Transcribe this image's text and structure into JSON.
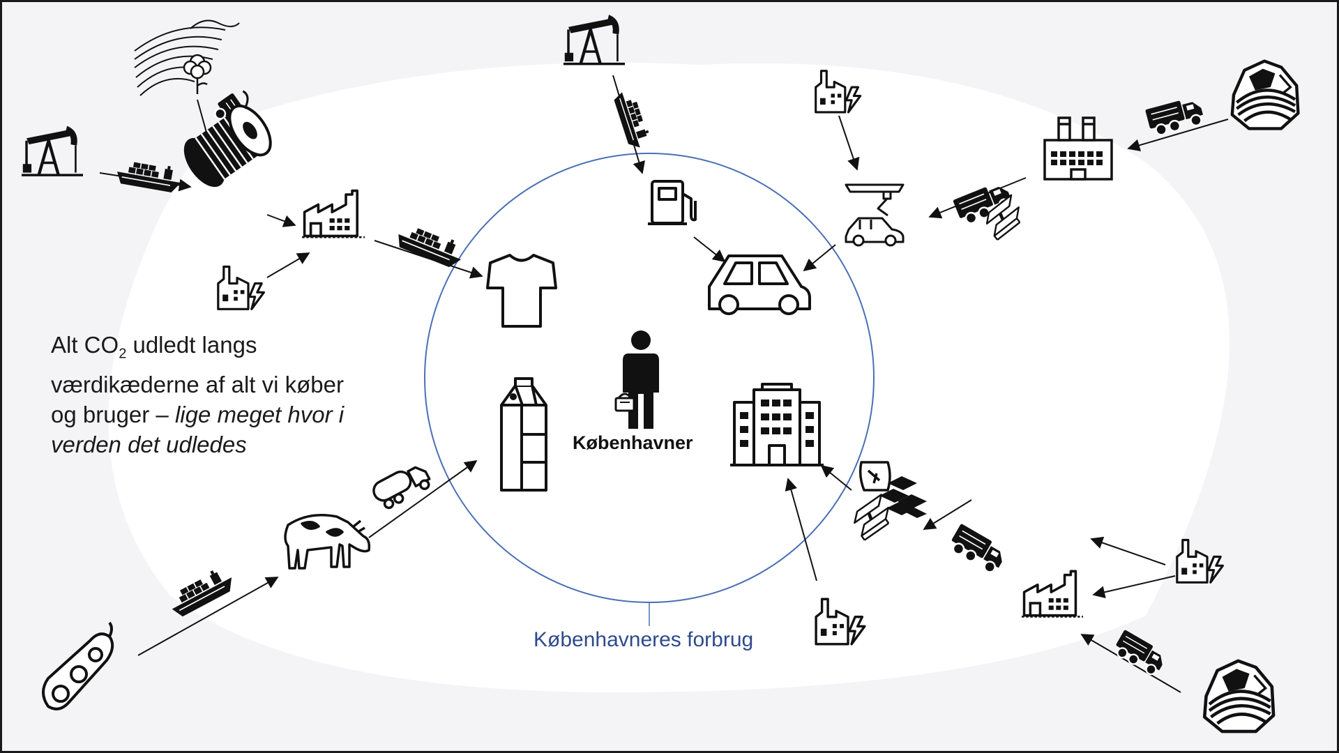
{
  "diagram": {
    "caption": {
      "part1": "Alt CO",
      "subscript": "2",
      "part2": " udledt langs værdikæderne af alt vi køber og bruger – ",
      "emphasis": "lige meget hvor i verden det udledes"
    },
    "center_label": "Københavner",
    "circle_label": "Københavneres forbrug"
  },
  "colors": {
    "circle": "#4a6fb5",
    "circle_label": "#2e4a8c",
    "ink": "#111111"
  },
  "icons": [
    "field-icon",
    "cotton-plant-icon",
    "truck-icon",
    "oil-pump-icon",
    "ship-icon",
    "thread-spool-icon",
    "factory-icon",
    "power-plant-icon",
    "tshirt-icon",
    "fuel-pump-icon",
    "car-icon",
    "car-assembly-robot-icon",
    "steel-beam-icon",
    "mine-rock-icon",
    "milk-carton-icon",
    "person-with-basket-icon",
    "apartment-building-icon",
    "cement-bag-icon",
    "bricks-icon",
    "cow-icon",
    "tanker-truck-icon",
    "soybean-icon"
  ]
}
